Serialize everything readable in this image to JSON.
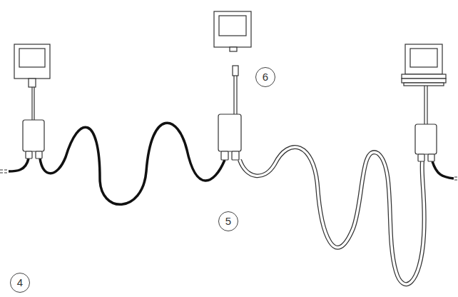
{
  "diagram": {
    "labels": [
      "6",
      "5",
      "4"
    ]
  }
}
